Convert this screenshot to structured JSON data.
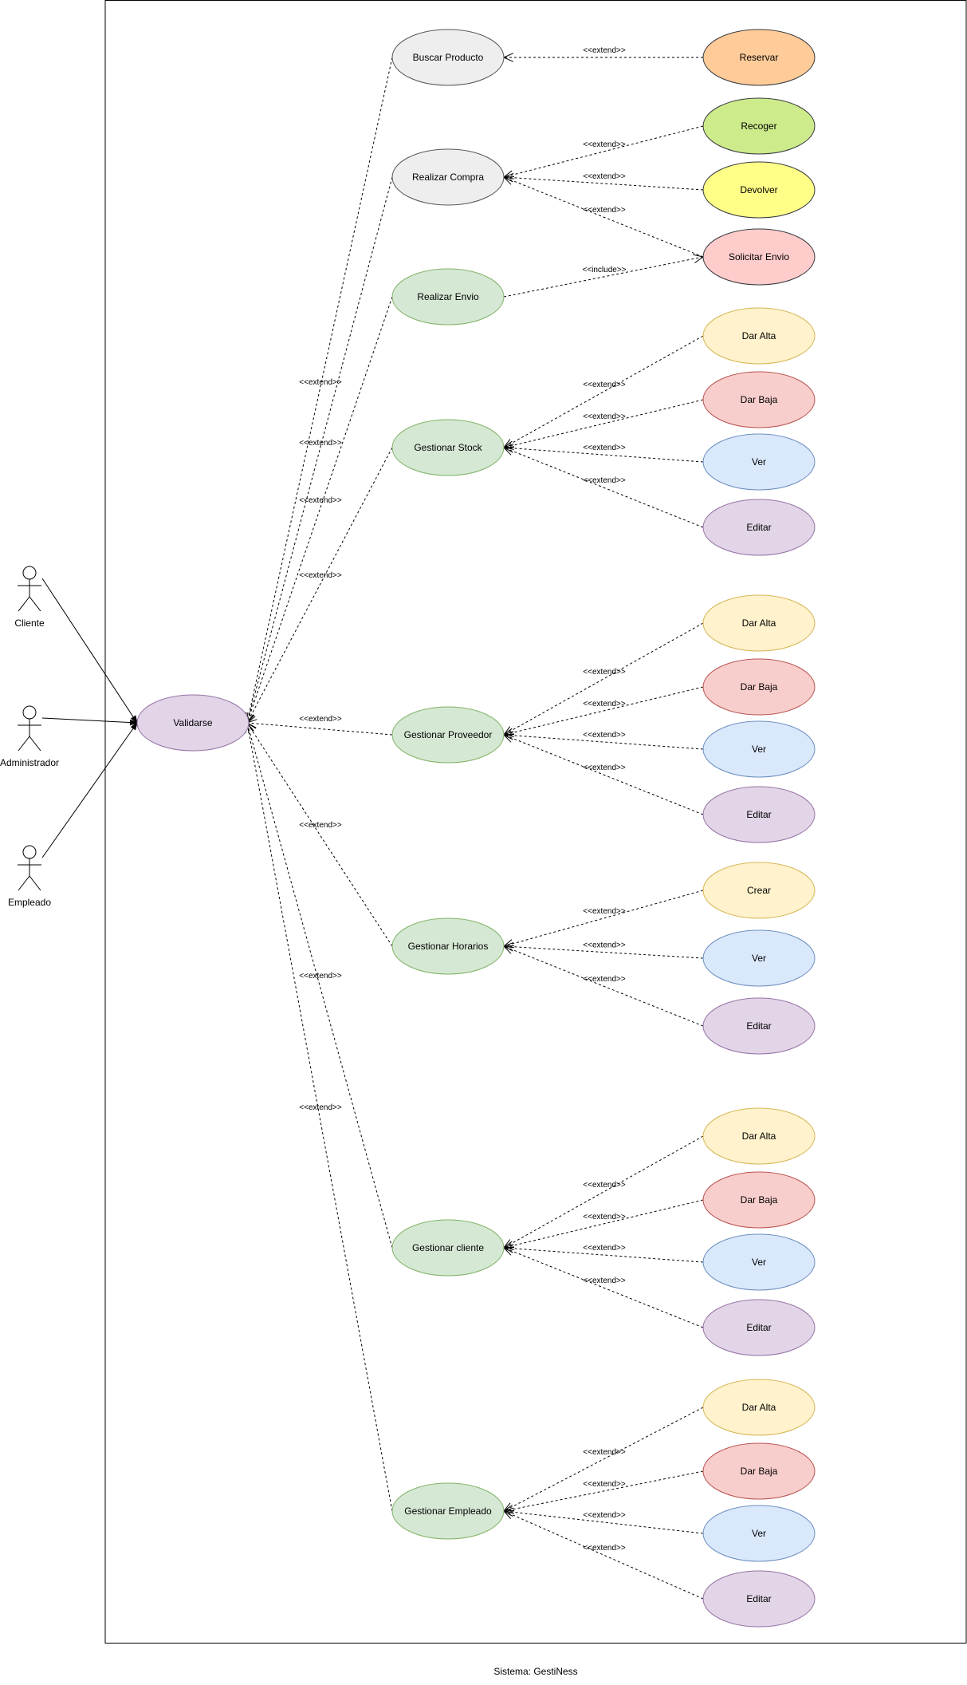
{
  "system": {
    "caption": "Sistema: GestiNess"
  },
  "actors": [
    {
      "id": "cliente",
      "label": "Cliente"
    },
    {
      "id": "administrador",
      "label": "Administrador"
    },
    {
      "id": "empleado",
      "label": "Empleado"
    }
  ],
  "colors": {
    "gray": {
      "fill": "#eeeeee",
      "stroke": "#555555"
    },
    "green": {
      "fill": "#d5e8d4",
      "stroke": "#82b366"
    },
    "purple": {
      "fill": "#e1d5e7",
      "stroke": "#9673a6"
    },
    "orange": {
      "fill": "#ffcc99",
      "stroke": "#36393d"
    },
    "lime": {
      "fill": "#cdeb8b",
      "stroke": "#36393d"
    },
    "yellow": {
      "fill": "#ffff88",
      "stroke": "#36393d"
    },
    "red": {
      "fill": "#ffcccc",
      "stroke": "#36393d"
    },
    "cream": {
      "fill": "#fff2cc",
      "stroke": "#d6b656"
    },
    "pink": {
      "fill": "#f8cecc",
      "stroke": "#b85450"
    },
    "blue": {
      "fill": "#dae8fc",
      "stroke": "#6c8ebf"
    }
  },
  "use_cases": [
    {
      "id": "validarse",
      "label": "Validarse",
      "color": "purple"
    },
    {
      "id": "buscar",
      "label": "Buscar Producto",
      "color": "gray"
    },
    {
      "id": "compra",
      "label": "Realizar Compra",
      "color": "gray"
    },
    {
      "id": "envio",
      "label": "Realizar Envio",
      "color": "green"
    },
    {
      "id": "stock",
      "label": "Gestionar Stock",
      "color": "green"
    },
    {
      "id": "proveedor",
      "label": "Gestionar Proveedor",
      "color": "green"
    },
    {
      "id": "horarios",
      "label": "Gestionar Horarios",
      "color": "green"
    },
    {
      "id": "cliente_uc",
      "label": "Gestionar cliente",
      "color": "green"
    },
    {
      "id": "empleado_uc",
      "label": "Gestionar Empleado",
      "color": "green"
    },
    {
      "id": "reservar",
      "label": "Reservar",
      "color": "orange"
    },
    {
      "id": "recoger",
      "label": "Recoger",
      "color": "lime"
    },
    {
      "id": "devolver",
      "label": "Devolver",
      "color": "yellow"
    },
    {
      "id": "solicitar",
      "label": "Solicitar Envio",
      "color": "red"
    },
    {
      "id": "st_alta",
      "label": "Dar Alta",
      "color": "cream"
    },
    {
      "id": "st_baja",
      "label": "Dar Baja",
      "color": "pink"
    },
    {
      "id": "st_ver",
      "label": "Ver",
      "color": "blue"
    },
    {
      "id": "st_editar",
      "label": "Editar",
      "color": "purple"
    },
    {
      "id": "pr_alta",
      "label": "Dar Alta",
      "color": "cream"
    },
    {
      "id": "pr_baja",
      "label": "Dar Baja",
      "color": "pink"
    },
    {
      "id": "pr_ver",
      "label": "Ver",
      "color": "blue"
    },
    {
      "id": "pr_editar",
      "label": "Editar",
      "color": "purple"
    },
    {
      "id": "ho_crear",
      "label": "Crear",
      "color": "cream"
    },
    {
      "id": "ho_ver",
      "label": "Ver",
      "color": "blue"
    },
    {
      "id": "ho_editar",
      "label": "Editar",
      "color": "purple"
    },
    {
      "id": "cl_alta",
      "label": "Dar Alta",
      "color": "cream"
    },
    {
      "id": "cl_baja",
      "label": "Dar Baja",
      "color": "pink"
    },
    {
      "id": "cl_ver",
      "label": "Ver",
      "color": "blue"
    },
    {
      "id": "cl_editar",
      "label": "Editar",
      "color": "purple"
    },
    {
      "id": "em_alta",
      "label": "Dar Alta",
      "color": "cream"
    },
    {
      "id": "em_baja",
      "label": "Dar Baja",
      "color": "pink"
    },
    {
      "id": "em_ver",
      "label": "Ver",
      "color": "blue"
    },
    {
      "id": "em_editar",
      "label": "Editar",
      "color": "purple"
    }
  ],
  "associations": [
    {
      "from": "cliente",
      "to": "validarse"
    },
    {
      "from": "administrador",
      "to": "validarse"
    },
    {
      "from": "empleado",
      "to": "validarse"
    }
  ],
  "relations": [
    {
      "from": "buscar",
      "to": "validarse",
      "label": "<<extend>>"
    },
    {
      "from": "compra",
      "to": "validarse",
      "label": "<<extend>>"
    },
    {
      "from": "envio",
      "to": "validarse",
      "label": "<<extend>>"
    },
    {
      "from": "stock",
      "to": "validarse",
      "label": "<<extend>>"
    },
    {
      "from": "proveedor",
      "to": "validarse",
      "label": "<<extend>>"
    },
    {
      "from": "horarios",
      "to": "validarse",
      "label": "<<extend>>"
    },
    {
      "from": "cliente_uc",
      "to": "validarse",
      "label": "<<extend>>"
    },
    {
      "from": "empleado_uc",
      "to": "validarse",
      "label": "<<extend>>"
    },
    {
      "from": "reservar",
      "to": "buscar",
      "label": "<<extend>>"
    },
    {
      "from": "recoger",
      "to": "compra",
      "label": "<<extend>>"
    },
    {
      "from": "devolver",
      "to": "compra",
      "label": "<<extend>>"
    },
    {
      "from": "solicitar",
      "to": "compra",
      "label": "<<extend>>"
    },
    {
      "from": "envio",
      "to": "solicitar",
      "label": "<<include>>"
    },
    {
      "from": "st_alta",
      "to": "stock",
      "label": "<<extend>>"
    },
    {
      "from": "st_baja",
      "to": "stock",
      "label": "<<extend>>"
    },
    {
      "from": "st_ver",
      "to": "stock",
      "label": "<<extend>>"
    },
    {
      "from": "st_editar",
      "to": "stock",
      "label": "<<extend>>"
    },
    {
      "from": "pr_alta",
      "to": "proveedor",
      "label": "<<extend>>"
    },
    {
      "from": "pr_baja",
      "to": "proveedor",
      "label": "<<extend>>"
    },
    {
      "from": "pr_ver",
      "to": "proveedor",
      "label": "<<extend>>"
    },
    {
      "from": "pr_editar",
      "to": "proveedor",
      "label": "<<extend>>"
    },
    {
      "from": "ho_crear",
      "to": "horarios",
      "label": "<<extend>>"
    },
    {
      "from": "ho_ver",
      "to": "horarios",
      "label": "<<extend>>"
    },
    {
      "from": "ho_editar",
      "to": "horarios",
      "label": "<<extend>>"
    },
    {
      "from": "cl_alta",
      "to": "cliente_uc",
      "label": "<<extend>>"
    },
    {
      "from": "cl_baja",
      "to": "cliente_uc",
      "label": "<<extend>>"
    },
    {
      "from": "cl_ver",
      "to": "cliente_uc",
      "label": "<<extend>>"
    },
    {
      "from": "cl_editar",
      "to": "cliente_uc",
      "label": "<<extend>>"
    },
    {
      "from": "em_alta",
      "to": "empleado_uc",
      "label": "<<extend>>"
    },
    {
      "from": "em_baja",
      "to": "empleado_uc",
      "label": "<<extend>>"
    },
    {
      "from": "em_ver",
      "to": "empleado_uc",
      "label": "<<extend>>"
    },
    {
      "from": "em_editar",
      "to": "empleado_uc",
      "label": "<<extend>>"
    }
  ]
}
